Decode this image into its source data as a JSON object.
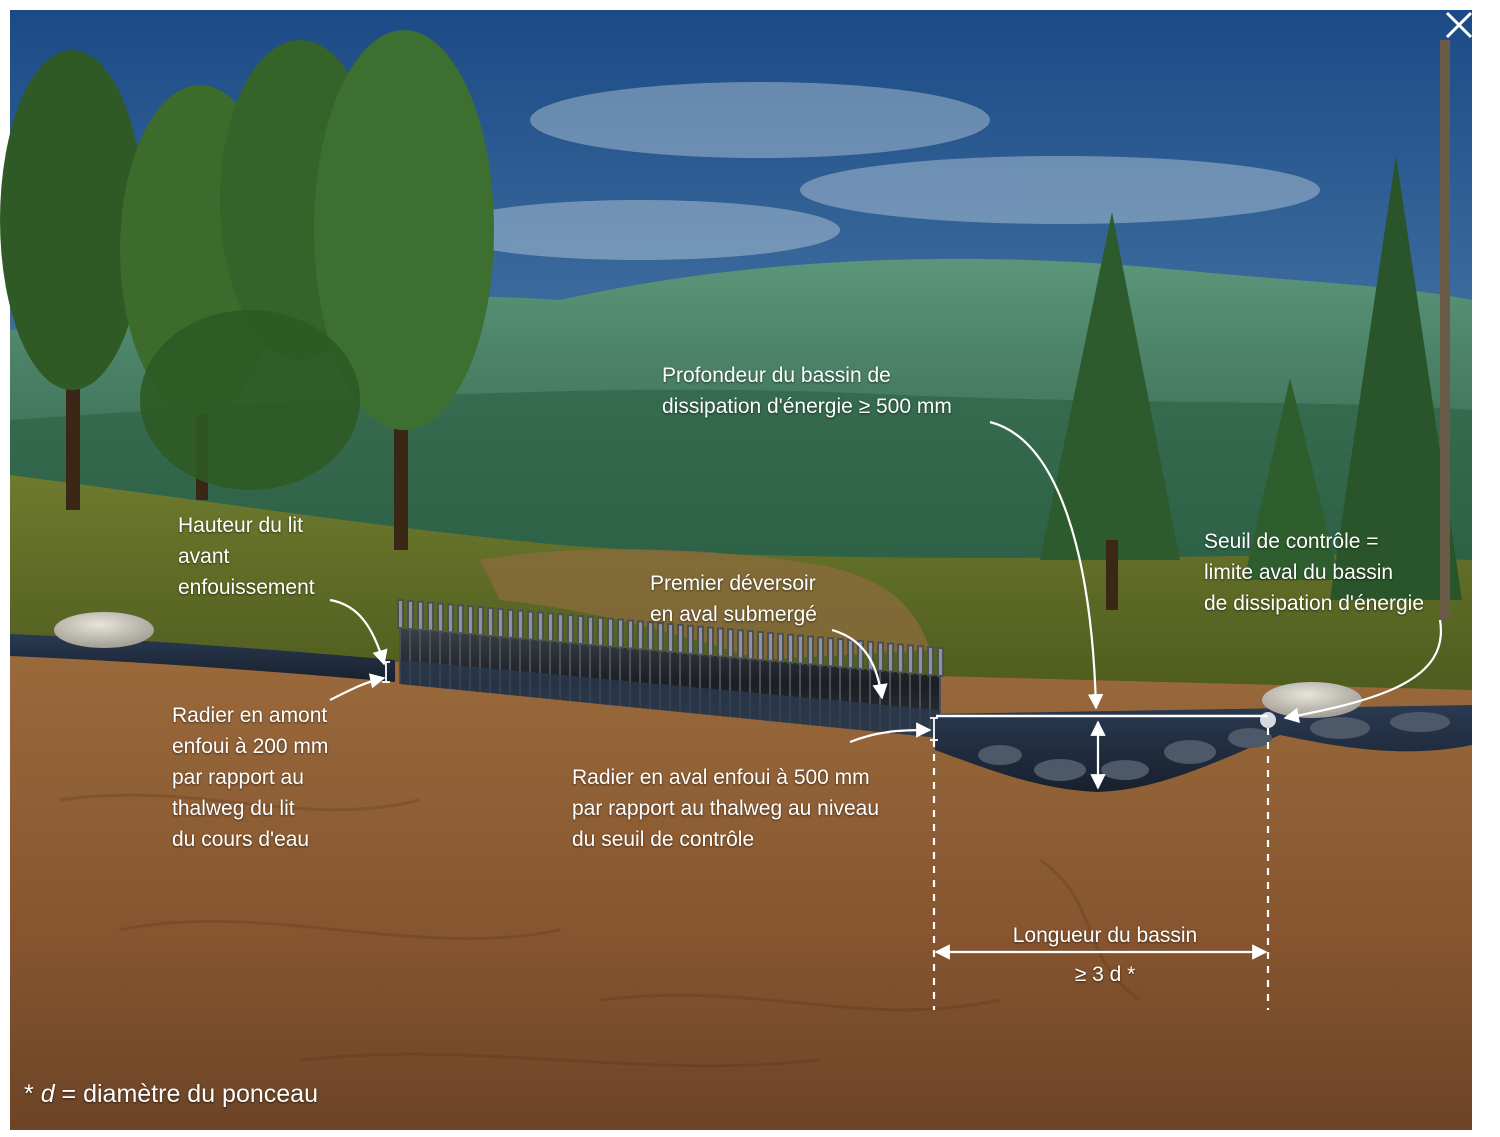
{
  "colors": {
    "sky_top": "#1f4f8a",
    "sky_bottom": "#b9d2dc",
    "hills": "#3f7b5e",
    "grass": "#5d6a24",
    "soil": "#8a5a32",
    "soil_dark": "#6f4526",
    "water": "#1e2c3f",
    "culvert": "#1f2228",
    "annotation": "#ffffff"
  },
  "icons": {
    "close": "close-icon",
    "stone": "stone-icon"
  },
  "labels": {
    "bed_height": [
      "Hauteur du lit",
      "avant",
      "enfouissement"
    ],
    "upstream_invert": [
      "Radier en amont",
      "enfoui à 200 mm",
      "par rapport au",
      "thalweg du lit",
      "du cours d'eau"
    ],
    "first_weir": [
      "Premier déversoir",
      "en aval submergé"
    ],
    "pool_depth": [
      "Profondeur du bassin de",
      "dissipation d'énergie ≥ 500 mm"
    ],
    "downstream_invert": [
      "Radier en aval enfoui à 500 mm",
      "par rapport au thalweg au niveau",
      "du seuil de contrôle"
    ],
    "control_sill": [
      "Seuil de contrôle =",
      "limite aval du bassin",
      "de dissipation d'énergie"
    ],
    "pool_length": [
      "Longueur du bassin",
      "≥ 3 d *"
    ]
  },
  "footnote": {
    "star": "*",
    "symbol": "d",
    "text": "= diamètre du ponceau"
  }
}
